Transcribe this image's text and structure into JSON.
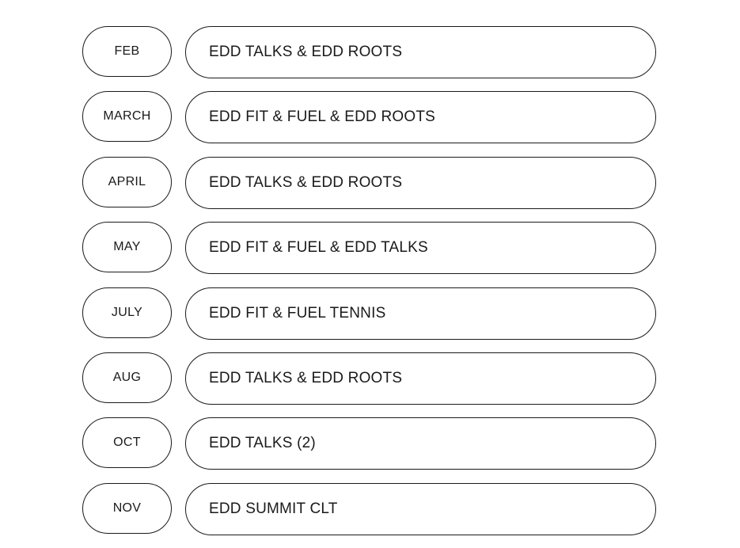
{
  "schedule": {
    "rows": [
      {
        "month": "FEB",
        "event": "EDD TALKS & EDD ROOTS"
      },
      {
        "month": "MARCH",
        "event": "EDD FIT & FUEL & EDD ROOTS"
      },
      {
        "month": "APRIL",
        "event": "EDD TALKS & EDD ROOTS"
      },
      {
        "month": "MAY",
        "event": "EDD FIT & FUEL & EDD TALKS"
      },
      {
        "month": "JULY",
        "event": "EDD FIT & FUEL TENNIS"
      },
      {
        "month": "AUG",
        "event": "EDD TALKS & EDD ROOTS"
      },
      {
        "month": "OCT",
        "event": "EDD TALKS (2)"
      },
      {
        "month": "NOV",
        "event": "EDD SUMMIT CLT"
      }
    ]
  }
}
